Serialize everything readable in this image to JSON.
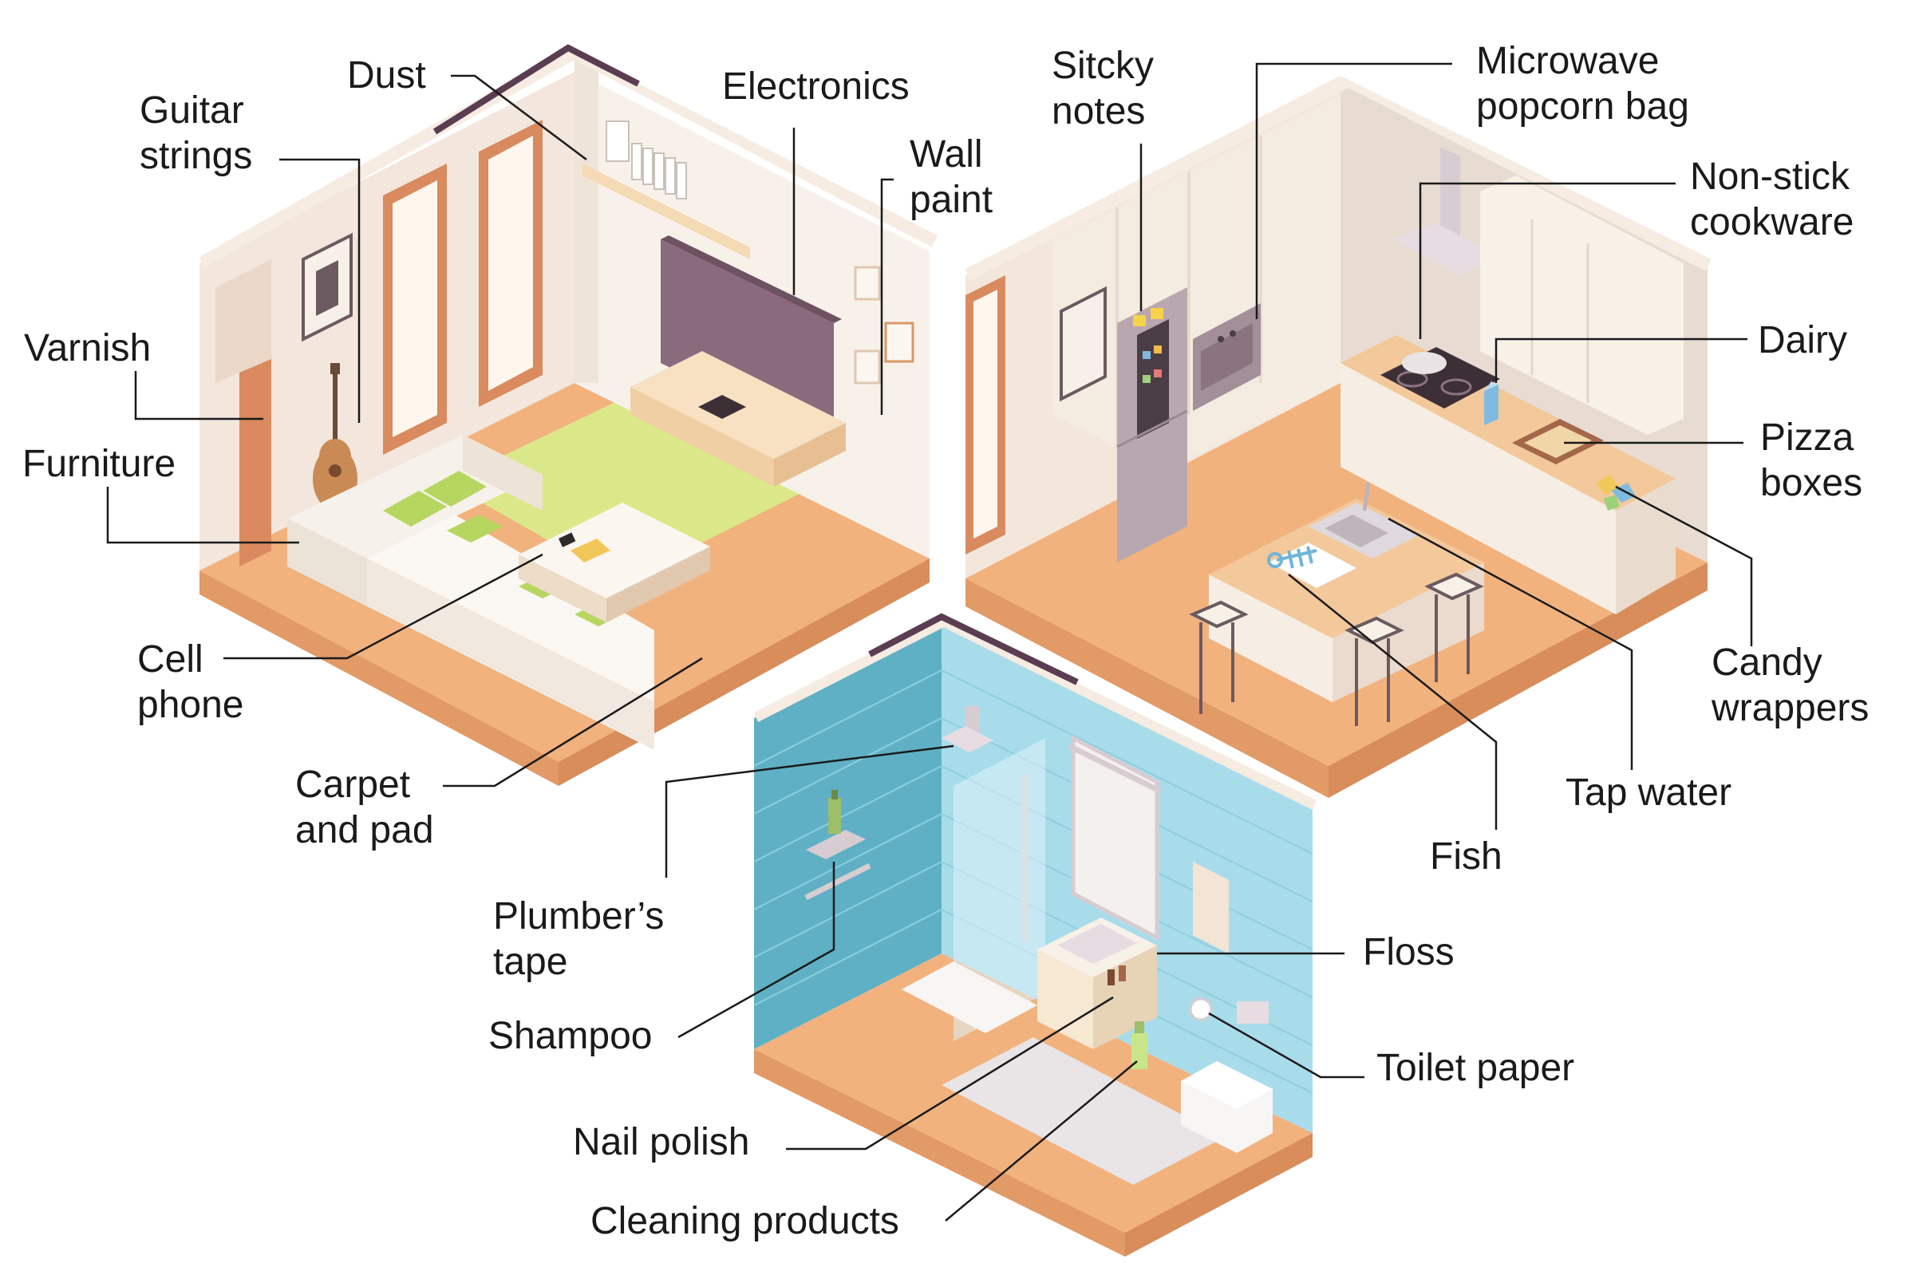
{
  "labels": {
    "dust": [
      "Dust"
    ],
    "guitar_strings": [
      "Guitar",
      "strings"
    ],
    "electronics": [
      "Electronics"
    ],
    "wall_paint": [
      "Wall",
      "paint"
    ],
    "varnish": [
      "Varnish"
    ],
    "furniture": [
      "Furniture"
    ],
    "cell_phone": [
      "Cell",
      "phone"
    ],
    "carpet_and_pad": [
      "Carpet",
      "and pad"
    ],
    "sitcky_notes": [
      "Sitcky",
      "notes"
    ],
    "microwave_popcorn_bag": [
      "Microwave",
      "popcorn bag"
    ],
    "non_stick_cookware": [
      "Non-stick",
      "cookware"
    ],
    "dairy": [
      "Dairy"
    ],
    "pizza_boxes": [
      "Pizza",
      "boxes"
    ],
    "candy_wrappers": [
      "Candy",
      "wrappers"
    ],
    "tap_water": [
      "Tap water"
    ],
    "fish": [
      "Fish"
    ],
    "plumbers_tape": [
      "Plumber’s",
      "tape"
    ],
    "shampoo": [
      "Shampoo"
    ],
    "floss": [
      "Floss"
    ],
    "toilet_paper": [
      "Toilet paper"
    ],
    "nail_polish": [
      "Nail polish"
    ],
    "cleaning_products": [
      "Cleaning products"
    ]
  },
  "colors": {
    "floor": "#f2b27e",
    "wall_light": "#f7efe6",
    "wall_shadow": "#eadcd0",
    "wall_top": "#5b3d52",
    "window_frame": "#d98a5e",
    "carpet": "#dbe88a",
    "sofa": "#f6f1ea",
    "cushion": "#b7d660",
    "tv": "#8a6a7d",
    "tile_dark": "#5fb0c4",
    "tile_light": "#a9dcea",
    "cabinet": "#f4ebe1",
    "counter": "#f3c89a",
    "leader_line": "#1a1a1a"
  },
  "icons": [
    "guitar-icon",
    "tv-icon",
    "sofa-icon",
    "fridge-icon",
    "stove-icon",
    "sink-icon",
    "shower-icon",
    "toilet-icon",
    "mirror-icon",
    "bottle-icon"
  ]
}
